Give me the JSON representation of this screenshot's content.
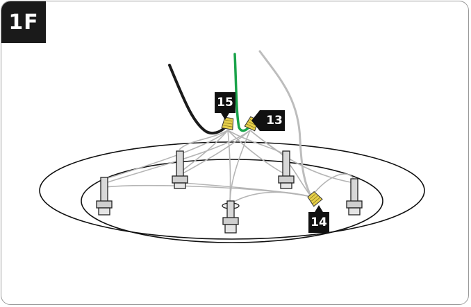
{
  "step": {
    "label": "1F"
  },
  "callouts": [
    {
      "id": "15",
      "label": "15"
    },
    {
      "id": "13",
      "label": "13"
    },
    {
      "id": "14",
      "label": "14"
    }
  ],
  "colors": {
    "frame": "#9a9a9a",
    "badge": "#1a1a1a",
    "wire_black": "#1b1b1b",
    "wire_green": "#1aa34a",
    "wire_gray": "#bdbdbd",
    "connector": "#e6cf4a"
  }
}
